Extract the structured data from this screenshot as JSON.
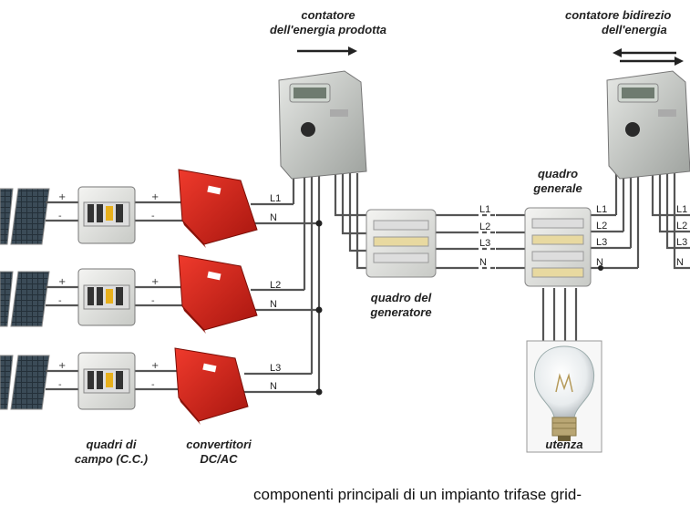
{
  "labels": {
    "meter_produced": [
      "contatore",
      "dell'energia prodotta"
    ],
    "meter_bidirectional": [
      "contatore bidirezio",
      "dell'energia"
    ],
    "general_panel": [
      "quadro",
      "generale"
    ],
    "generator_panel": [
      "quadro del",
      "generatore"
    ],
    "field_panels": [
      "quadri di",
      "campo (C.C.)"
    ],
    "inverters": [
      "convertitori",
      "DC/AC"
    ],
    "load": "utenza"
  },
  "wire_labels": {
    "inverter_1": [
      "L1",
      "N"
    ],
    "inverter_2": [
      "L2",
      "N"
    ],
    "inverter_3": [
      "L3",
      "N"
    ],
    "bus": [
      "L1",
      "L2",
      "L3",
      "N"
    ],
    "general_out": [
      "L1",
      "L2",
      "L3",
      "N"
    ],
    "meter_right": [
      "L1",
      "L2",
      "L3",
      "N"
    ]
  },
  "polarity": {
    "plus": "+",
    "minus": "-"
  },
  "caption": "componenti principali di un impianto trifase grid-",
  "colors": {
    "inverter": "#d8261c",
    "meter": "#c9ccc8",
    "wire": "#555555",
    "panel": "#2e3a44"
  }
}
